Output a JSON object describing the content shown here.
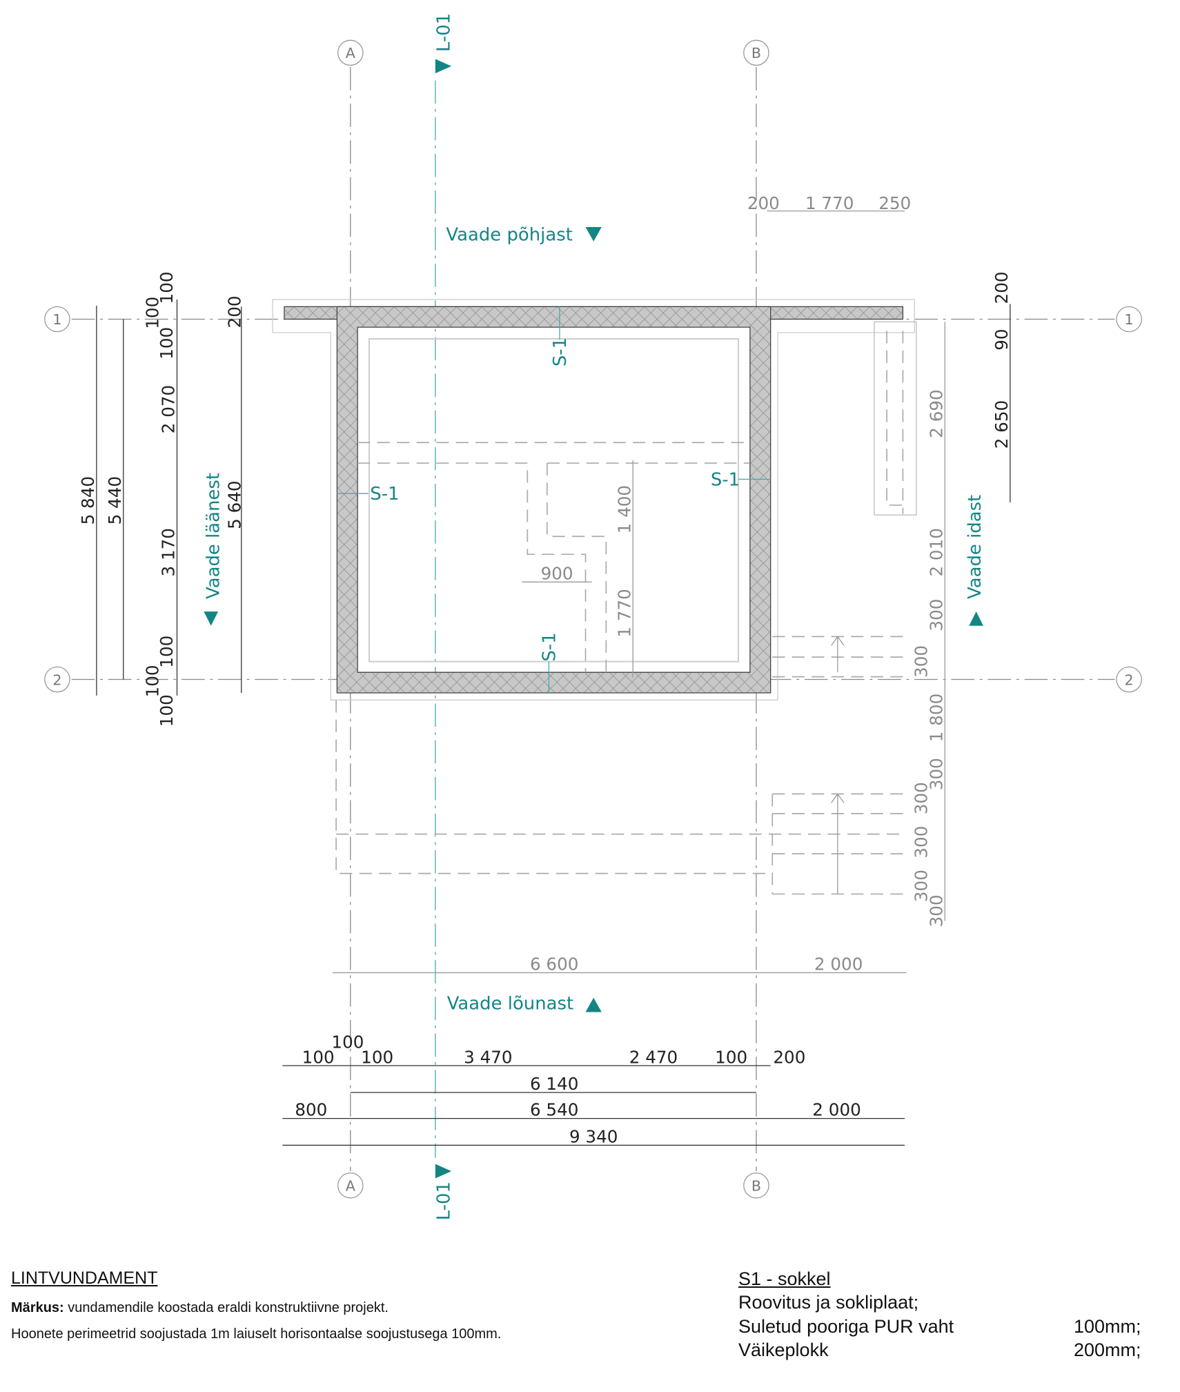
{
  "grid": {
    "col_a": "A",
    "col_b": "B",
    "row_1": "1",
    "row_2": "2"
  },
  "section_mark": "L-01",
  "views": {
    "north": "Vaade põhjast",
    "south": "Vaade lõunast",
    "west": "Vaade läänest",
    "east": "Vaade idast"
  },
  "section_tag": "S-1",
  "dims_left": {
    "a": "100",
    "b": "100",
    "c": "100",
    "d": "2 070",
    "e": "3 170",
    "f": "100",
    "g": "100",
    "h": "100",
    "total_outer": "5 840",
    "total_inner": "5 440",
    "total_wall": "5 640",
    "top": "200"
  },
  "dims_right": {
    "a": "200",
    "b": "90",
    "c": "2 650",
    "d": "2 690",
    "e": "2 010",
    "f": "300",
    "g": "300",
    "h": "1 800",
    "i": "300",
    "j": "300",
    "k": "300",
    "l": "300",
    "m": "300"
  },
  "dims_top_right": {
    "a": "200",
    "b": "1 770",
    "c": "250"
  },
  "dims_inside": {
    "a": "1 400",
    "b": "1 770",
    "c": "900"
  },
  "dims_bottom_gray": {
    "a": "6 600",
    "b": "2 000"
  },
  "dims_bottom": {
    "r1": [
      "100",
      "100",
      "100",
      "3 470",
      "2 470",
      "100",
      "200"
    ],
    "r2": "6 140",
    "r3": [
      "800",
      "6 540",
      "2 000"
    ],
    "r4": "9 340"
  },
  "notes": {
    "title": "LINTVUNDAMENT",
    "remark_label": "Märkus:",
    "remark": " vundamendile koostada eraldi konstruktiivne projekt.",
    "insulation": "Hoonete perimeetrid soojustada 1m laiuselt horisontaalse soojustusega 100mm."
  },
  "legend": {
    "title": "S1 - sokkel",
    "rows": [
      {
        "name": "Roovitus ja sokliplaat;",
        "value": ""
      },
      {
        "name": "Suletud pooriga PUR vaht",
        "value": "100mm;"
      },
      {
        "name": "Väikeplokk",
        "value": "200mm;"
      }
    ]
  },
  "colors": {
    "accent": "#138585",
    "wall": "#c8c8c8"
  }
}
